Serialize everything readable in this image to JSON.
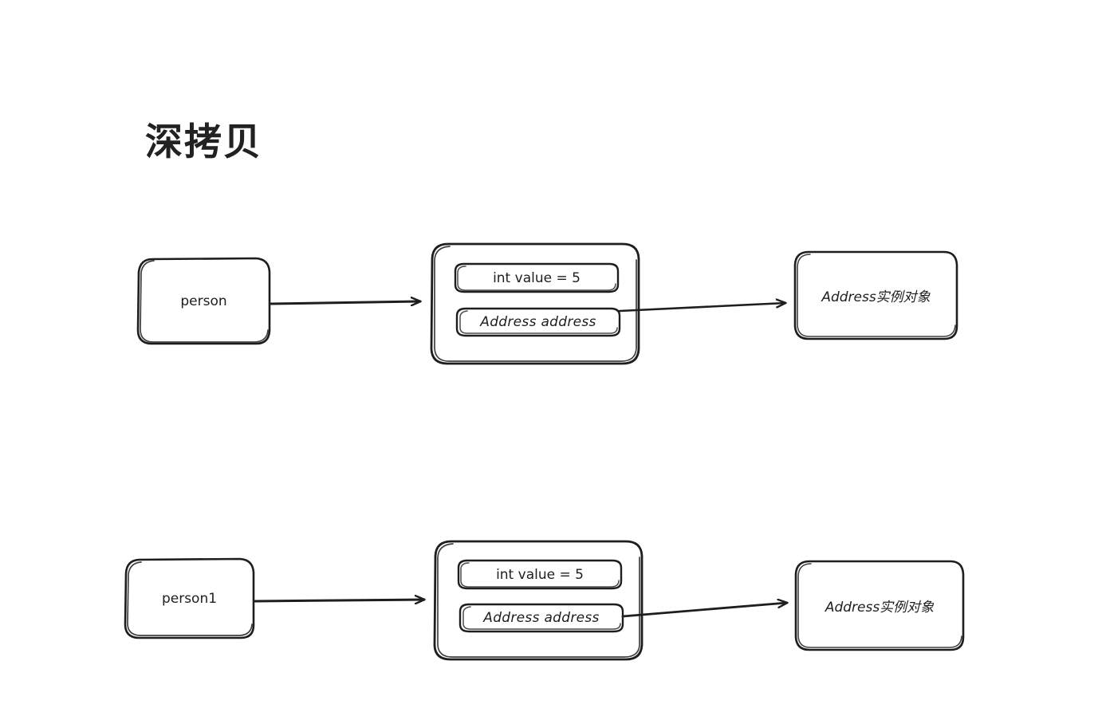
{
  "diagram": {
    "title": "深拷贝",
    "stroke_color": "#1e1e1e",
    "background_color": "#ffffff",
    "rows": [
      {
        "id": "row-original",
        "ref_box": {
          "label": "person"
        },
        "object_box": {
          "fields": [
            {
              "label": "int value = 5"
            },
            {
              "label": "Address address"
            }
          ]
        },
        "target_box": {
          "label": "Address实例对象"
        },
        "arrows": [
          {
            "from": "person",
            "to": "object-box"
          },
          {
            "from": "address-field",
            "to": "address-object"
          }
        ]
      },
      {
        "id": "row-copy",
        "ref_box": {
          "label": "person1"
        },
        "object_box": {
          "fields": [
            {
              "label": "int value = 5"
            },
            {
              "label": "Address address"
            }
          ]
        },
        "target_box": {
          "label": "Address实例对象"
        },
        "arrows": [
          {
            "from": "person1",
            "to": "object-box"
          },
          {
            "from": "address-field",
            "to": "address-object"
          }
        ]
      }
    ]
  }
}
